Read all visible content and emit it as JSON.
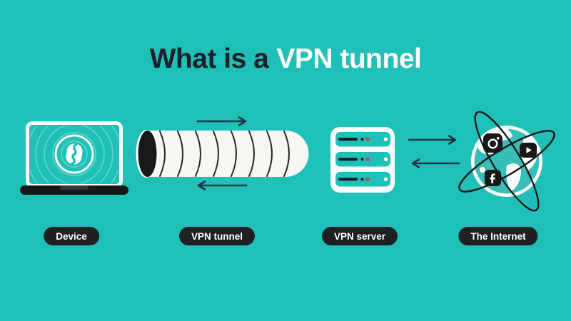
{
  "title": {
    "dark": "What is a",
    "light": "VPN tunnel"
  },
  "labels": {
    "device": "Device",
    "tunnel": "VPN tunnel",
    "server": "VPN server",
    "internet": "The Internet"
  },
  "icons": {
    "device_logo": "surfshark-logo-icon",
    "internet_services": [
      "instagram-icon",
      "youtube-icon",
      "facebook-icon"
    ]
  },
  "flow": {
    "device_to_server_top_arrow": "right",
    "server_to_device_bottom_arrow": "left",
    "server_to_internet_top_arrow": "right",
    "internet_to_server_bottom_arrow": "left"
  },
  "colors": {
    "background": "#1fc0b8",
    "title_dark": "#1b1f29",
    "title_light": "#ffffff",
    "pill_bg": "#1e2023",
    "pill_text": "#ffffff",
    "arrow": "#143641",
    "dark": "#17181a",
    "tunnel_white": "#f7f6f2",
    "red_dot": "#e23b3e",
    "ocean": "#39bdb7"
  }
}
